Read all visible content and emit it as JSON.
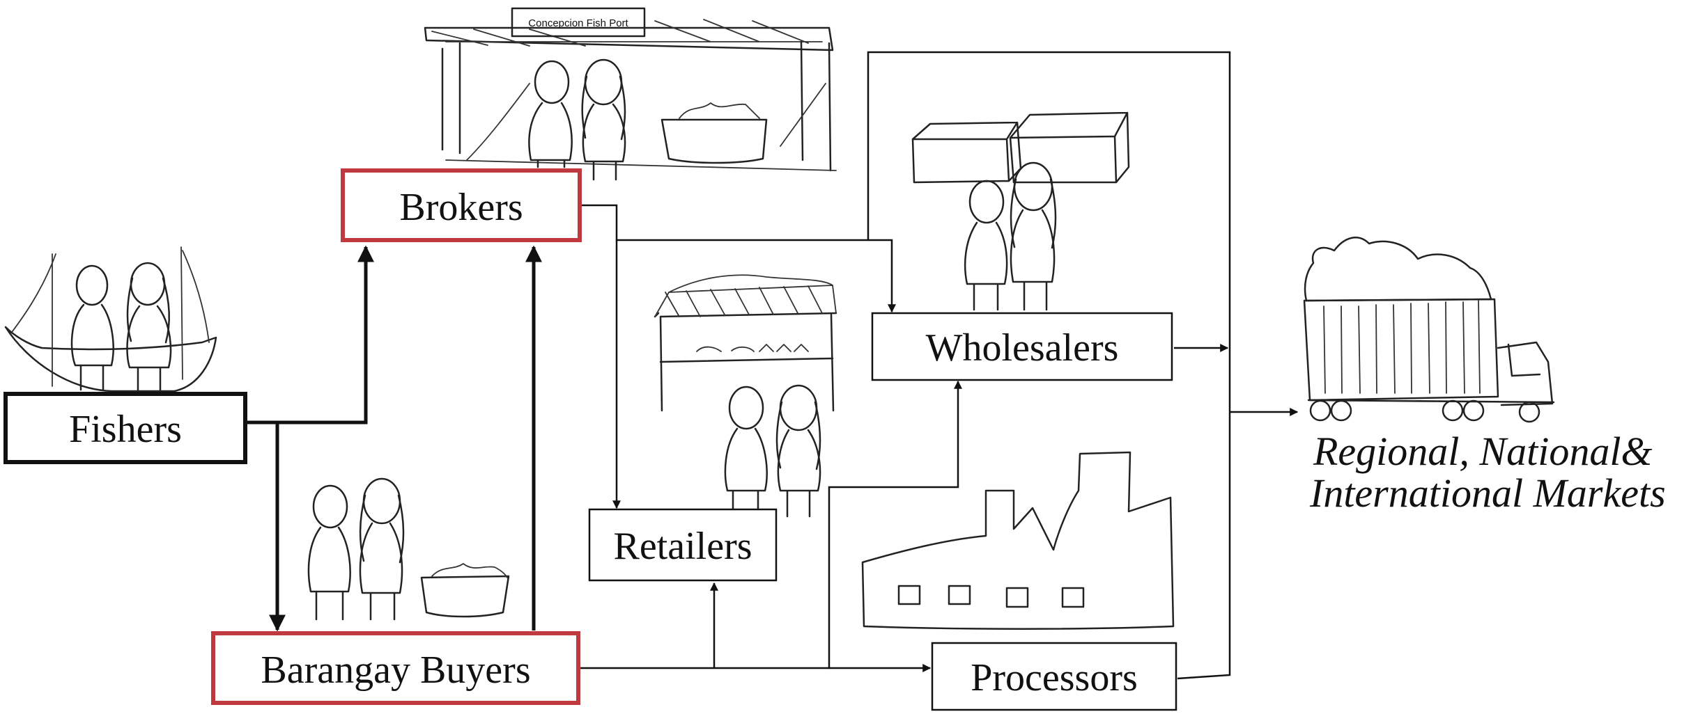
{
  "colors": {
    "highlight_border": "#c0393f",
    "ink": "#111111"
  },
  "port_sign": "Concepcion Fish Port",
  "nodes": {
    "fishers": "Fishers",
    "brokers": "Brokers",
    "barangay_buyers": "Barangay Buyers",
    "retailers": "Retailers",
    "wholesalers": "Wholesalers",
    "processors": "Processors"
  },
  "markets": {
    "line1": "Regional, National&",
    "line2": "International Markets"
  },
  "icons": [
    "fishing-boat-icon",
    "fish-port-stall-icon",
    "market-stall-icon",
    "crates-icon",
    "factory-icon",
    "truck-icon",
    "people-icon",
    "fish-basket-icon"
  ]
}
